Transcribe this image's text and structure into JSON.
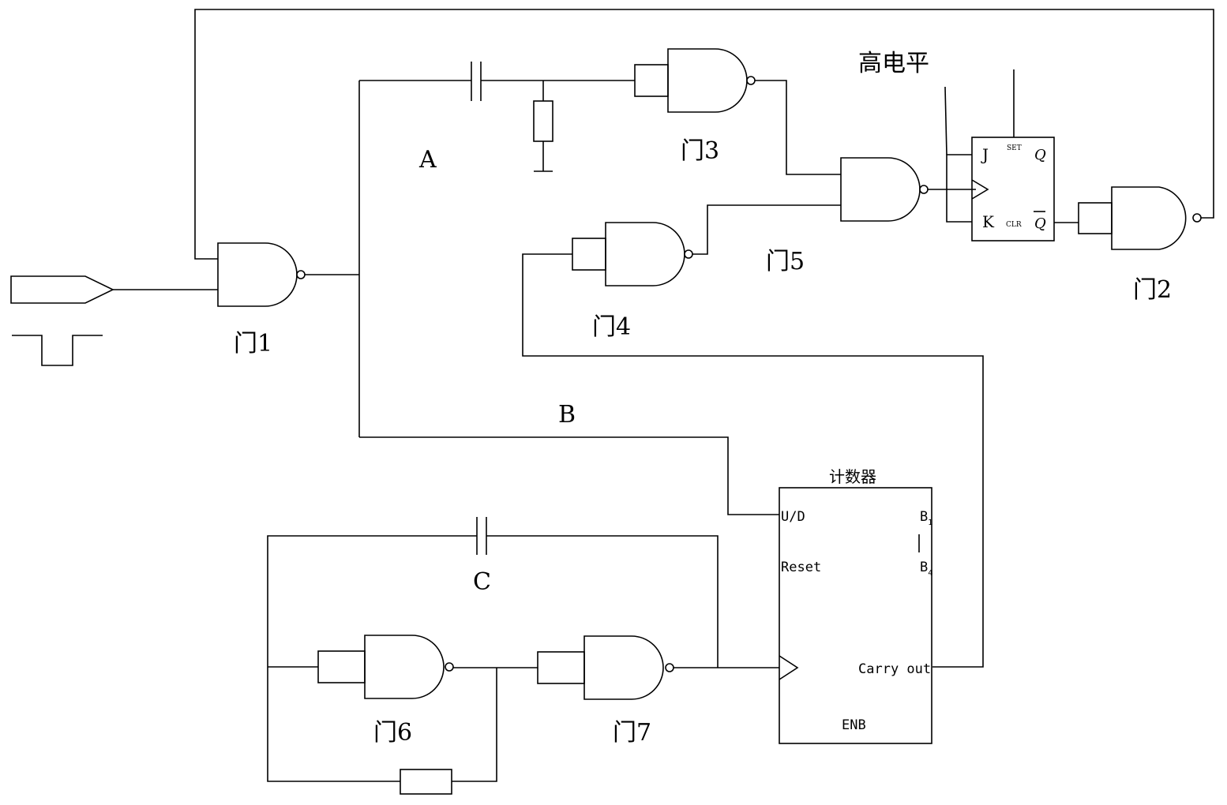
{
  "labels": {
    "gate1": "门1",
    "gate2": "门2",
    "gate3": "门3",
    "gate4": "门4",
    "gate5": "门5",
    "gate6": "门6",
    "gate7": "门7",
    "node_a": "A",
    "node_b": "B",
    "node_c": "C",
    "high_level": "高电平"
  },
  "flipflop": {
    "j": "J",
    "k": "K",
    "set": "SET",
    "clr": "CLR",
    "q": "Q",
    "q_bar": "Q"
  },
  "counter": {
    "title": "计数器",
    "ud": "U/D",
    "reset": "Reset",
    "b1": "B",
    "b1_sub": "1",
    "b4": "B",
    "b4_sub": "4",
    "carry_out": "Carry out",
    "enb": "ENB"
  }
}
